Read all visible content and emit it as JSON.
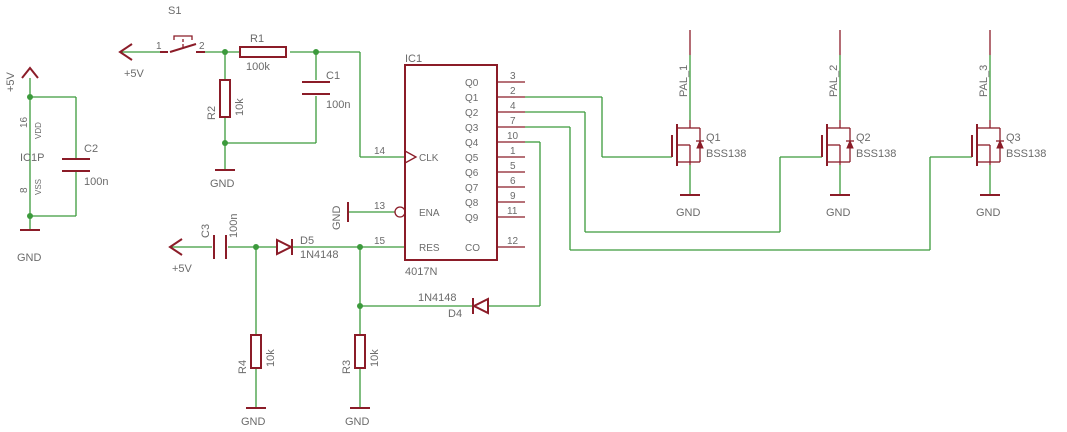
{
  "components": {
    "S1": {
      "ref": "S1",
      "pin1": "1",
      "pin2": "2"
    },
    "R1": {
      "ref": "R1",
      "value": "100k"
    },
    "C1": {
      "ref": "C1",
      "value": "100n"
    },
    "R2": {
      "ref": "R2",
      "value": "10k"
    },
    "C2": {
      "ref": "C2",
      "value": "100n"
    },
    "C3": {
      "ref": "C3",
      "value": "100n"
    },
    "D5": {
      "ref": "D5",
      "value": "1N4148"
    },
    "D4": {
      "ref": "D4",
      "value": "1N4148"
    },
    "R4": {
      "ref": "R4",
      "value": "10k"
    },
    "R3": {
      "ref": "R3",
      "value": "10k"
    },
    "IC1P": {
      "ref": "IC1P",
      "vdd": "VDD",
      "vss": "VSS",
      "pin_vdd": "16",
      "pin_vss": "8"
    },
    "IC1": {
      "ref": "IC1",
      "value": "4017N",
      "right_pins": [
        {
          "name": "Q0",
          "num": "3"
        },
        {
          "name": "Q1",
          "num": "2"
        },
        {
          "name": "Q2",
          "num": "4"
        },
        {
          "name": "Q3",
          "num": "7"
        },
        {
          "name": "Q4",
          "num": "10"
        },
        {
          "name": "Q5",
          "num": "1"
        },
        {
          "name": "Q6",
          "num": "5"
        },
        {
          "name": "Q7",
          "num": "6"
        },
        {
          "name": "Q8",
          "num": "9"
        },
        {
          "name": "Q9",
          "num": "11"
        },
        {
          "name": "CO",
          "num": "12"
        }
      ],
      "clk": {
        "name": "CLK",
        "num": "14"
      },
      "ena": {
        "name": "ENA",
        "num": "13"
      },
      "res": {
        "name": "RES",
        "num": "15"
      }
    },
    "Q1": {
      "ref": "Q1",
      "value": "BSS138",
      "drain_net": "PAL_1"
    },
    "Q2": {
      "ref": "Q2",
      "value": "BSS138",
      "drain_net": "PAL_2"
    },
    "Q3": {
      "ref": "Q3",
      "value": "BSS138",
      "drain_net": "PAL_3"
    }
  },
  "nets": {
    "vcc": "+5V",
    "gnd": "GND"
  }
}
